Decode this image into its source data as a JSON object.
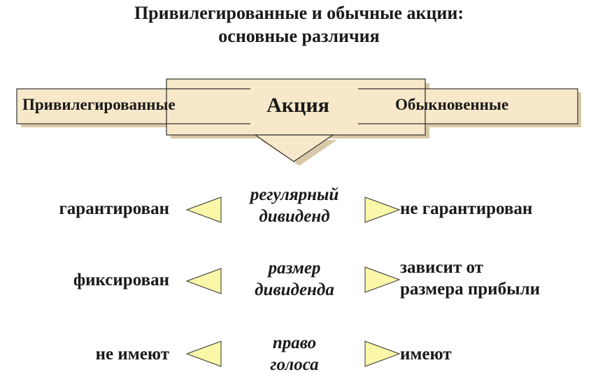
{
  "title": {
    "line1": "Привилегированные и обычные акции:",
    "line2": "основные различия"
  },
  "banner": {
    "left_label": "Привилегированные",
    "center_label": "Акция",
    "right_label": "Обыкновенные"
  },
  "colors": {
    "banner_fill": "#f6e8c9",
    "banner_shadow": "#d8c8a6",
    "triangle_fill": "#fbf7a8",
    "outline": "#333333"
  },
  "rows": [
    {
      "left": "гарантирован",
      "criterion_line1": "регулярный",
      "criterion_line2": "дивиденд",
      "right_line1": "не гарантирован",
      "right_line2": ""
    },
    {
      "left": "фиксирован",
      "criterion_line1": "размер",
      "criterion_line2": "дивиденда",
      "right_line1": "зависит от",
      "right_line2": "размера прибыли"
    },
    {
      "left": "не имеют",
      "criterion_line1": "право",
      "criterion_line2": "голоса",
      "right_line1": "имеют",
      "right_line2": ""
    }
  ]
}
